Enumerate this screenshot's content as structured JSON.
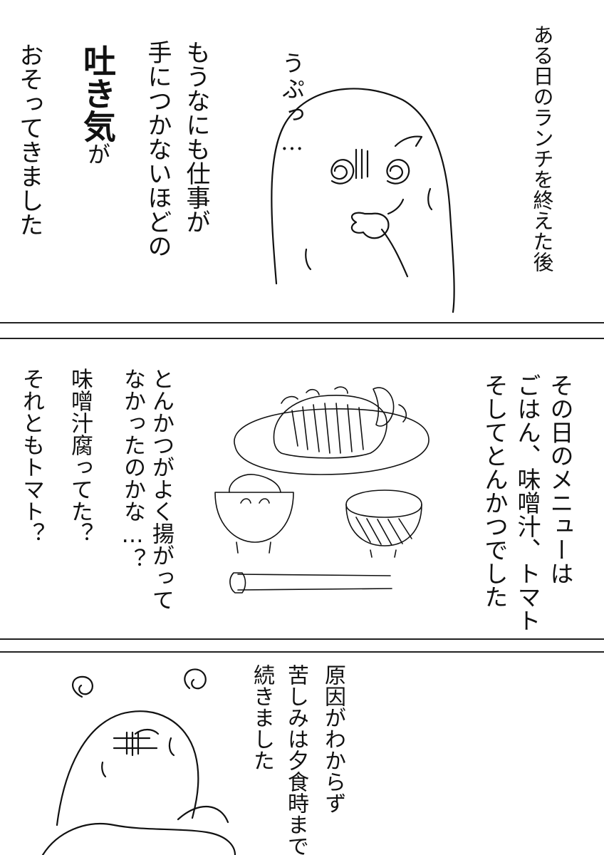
{
  "panel1": {
    "narration": "ある日のランチを終えた後",
    "sfx": "うぷっ…",
    "line1": "もうなにも仕事が",
    "line2": "手につかないほどの",
    "line3_big": "吐き気",
    "line3_small": "が",
    "line4": "おそってきました"
  },
  "panel2": {
    "menu_line1": "その日のメニューは",
    "menu_line2": "ごはん、味噌汁、トマト",
    "menu_line3": "そしてとんかつでした",
    "q_line1": "とんかつがよく揚がって",
    "q_line2": "なかったのかな…？",
    "q_line3": "味噌汁腐ってた？",
    "q_line4": "それともトマト？"
  },
  "panel3": {
    "line1": "原因がわからず",
    "line2": "苦しみは夕食時まで",
    "line3": "続きました"
  }
}
